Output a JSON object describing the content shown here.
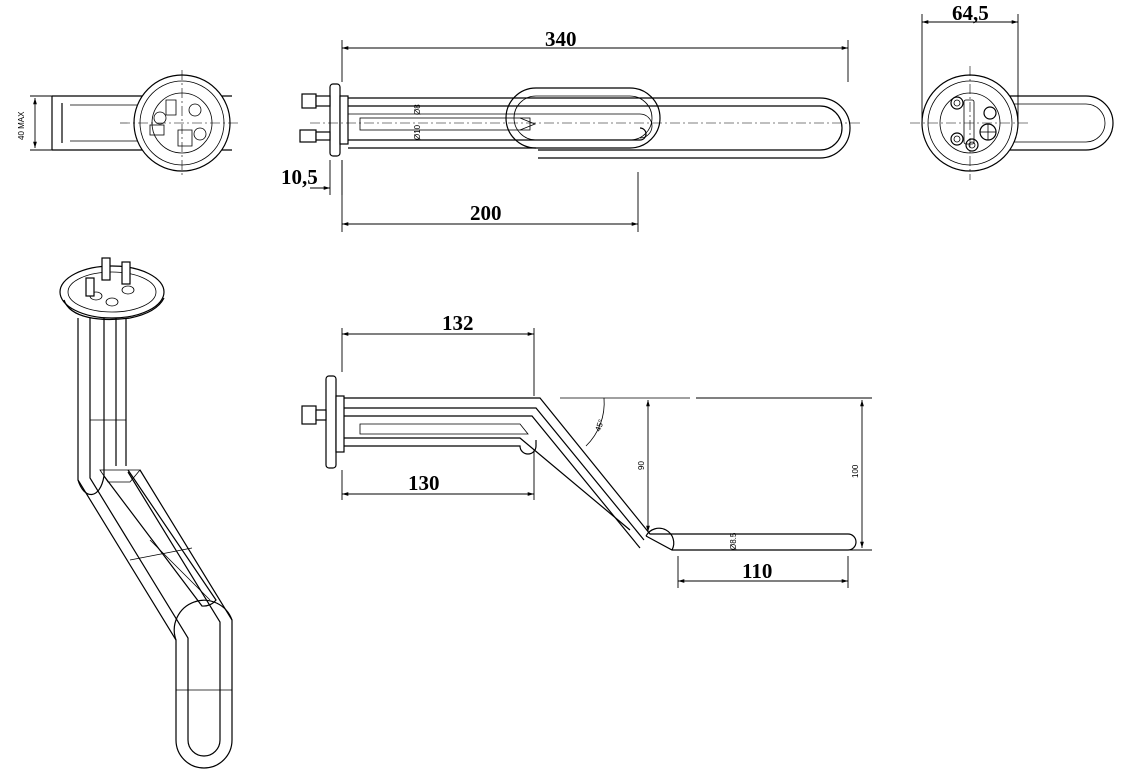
{
  "dimensions": {
    "d340": "340",
    "d200": "200",
    "d10_5": "10,5",
    "d64_5": "64,5",
    "d132": "132",
    "d130": "130",
    "d110": "110"
  },
  "small_labels": {
    "max40": "40 MAX",
    "dia10": "Ø10",
    "dia8": "Ø8",
    "angle45": "45°",
    "h90": "90",
    "h100": "100",
    "dia8_5": "Ø8.5"
  }
}
